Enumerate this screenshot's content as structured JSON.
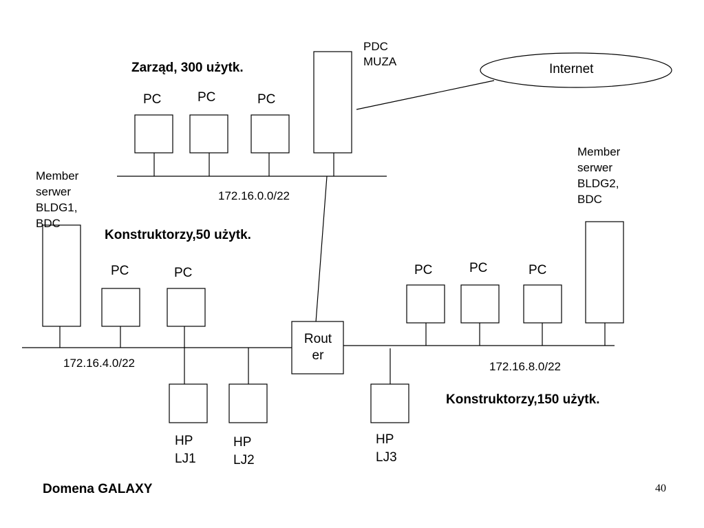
{
  "segments": {
    "zarzad": {
      "title": "Zarząd, 300 użytk.",
      "subnet": "172.16.0.0/22",
      "pc_labels": [
        "PC",
        "PC",
        "PC"
      ],
      "server_label": "PDC\nMUZA"
    },
    "konstruktorzy50": {
      "title": "Konstruktorzy,50 użytk.",
      "subnet": "172.16.4.0/22",
      "pc_labels": [
        "PC",
        "PC"
      ],
      "server_label": "Member\nserwer\nBLDG1,\nBDC",
      "printers": [
        "HP\nLJ1",
        "HP\nLJ2"
      ]
    },
    "konstruktorzy150": {
      "title": "Konstruktorzy,150 użytk.",
      "subnet": "172.16.8.0/22",
      "pc_labels": [
        "PC",
        "PC",
        "PC"
      ],
      "server_label": "Member\nserwer\nBLDG2,\nBDC",
      "printers": [
        "HP\nLJ3"
      ]
    }
  },
  "internet_label": "Internet",
  "router_label": "Rout\ner",
  "domain_label": "Domena GALAXY",
  "page_number": "40"
}
